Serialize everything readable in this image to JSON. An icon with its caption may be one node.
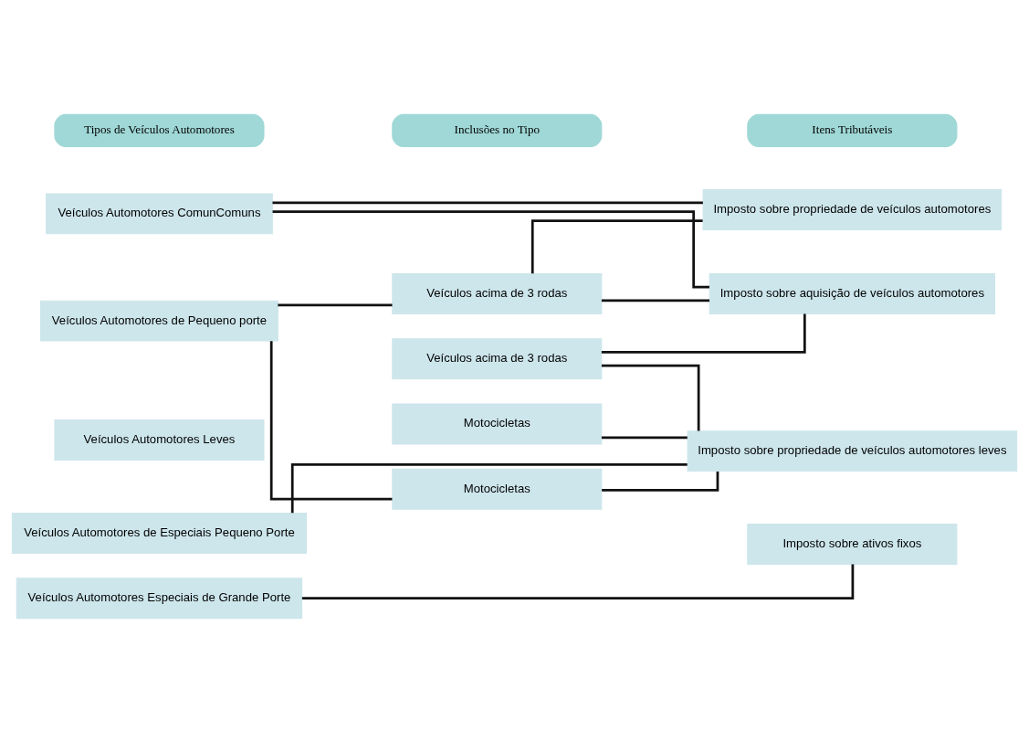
{
  "diagram": {
    "nodes": [
      {
        "text": [
          "Tipos de Veículos Automotores"
        ]
      },
      {
        "text": [
          "Inclusões no Tipo"
        ]
      },
      {
        "text": [
          "Itens Tributáveis"
        ]
      },
      {
        "text": [
          "Veículos Automotores ComunComuns"
        ]
      },
      {
        "text": [
          "Veículos Automotores de Pequeno porte"
        ]
      },
      {
        "text": [
          "Veículos Automotores Leves"
        ]
      },
      {
        "text": [
          "Veículos Automotores de Especiais Pequeno Porte"
        ]
      },
      {
        "text": [
          "Veículos Automotores Especiais de Grande Porte"
        ]
      },
      {
        "text": [
          "Veículos acima de 3 rodas"
        ]
      },
      {
        "text": [
          "Motocicletas"
        ]
      },
      {
        "text": [
          "Veículos acima de 3 rodas"
        ]
      },
      {
        "text": [
          "Motocicletas"
        ]
      },
      {
        "text": [
          "Imposto sobre propriedade de veículos automotores"
        ]
      },
      {
        "text": [
          "Imposto sobre aquisição de veículos automotores"
        ]
      },
      {
        "text": [
          "Imposto sobre propriedade de veículos automotores leves"
        ]
      },
      {
        "text": [
          "Imposto sobre ativos fixos"
        ]
      }
    ],
    "edges": [
      {
        "from": 4,
        "to": 8,
        "arrow": "none"
      },
      {
        "from": 4,
        "to": 9,
        "arrow": "none"
      },
      {
        "from": 3,
        "to": 12,
        "arrow": "none"
      },
      {
        "from": 3,
        "to": 13,
        "arrow": "none"
      },
      {
        "from": 8,
        "to": 12,
        "arrow": "none"
      },
      {
        "from": 8,
        "to": 13,
        "arrow": "none"
      },
      {
        "from": 10,
        "to": 13,
        "arrow": "none"
      },
      {
        "from": 9,
        "to": 14,
        "arrow": "none"
      },
      {
        "from": 10,
        "to": 14,
        "arrow": "none"
      },
      {
        "from": 11,
        "to": 14,
        "arrow": "none"
      },
      {
        "from": 6,
        "to": 14,
        "arrow": "none"
      },
      {
        "from": 7,
        "to": 15,
        "arrow": "none"
      }
    ]
  }
}
